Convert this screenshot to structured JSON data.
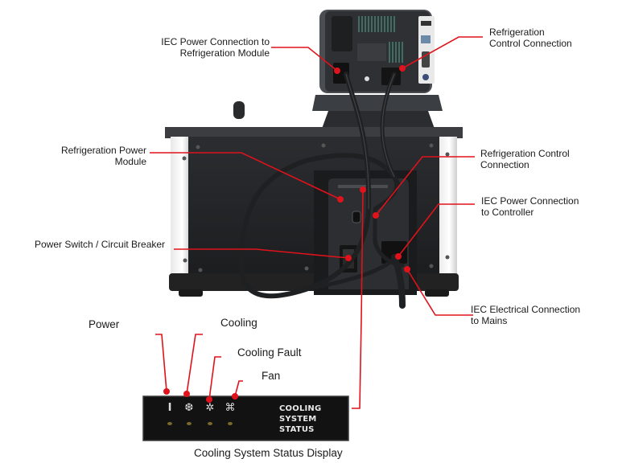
{
  "diagram": {
    "title": "Refrigeration module rear panel connections",
    "accent_color": "#e0121b",
    "callouts": {
      "iec_power_refrig_module": {
        "line1": "IEC Power Connection to",
        "line2": "Refrigeration Module"
      },
      "refrig_control_top": {
        "line1": "Refrigeration",
        "line2": "Control Connection"
      },
      "refrig_power_module": {
        "line1": "Refrigeration Power",
        "line2": "Module"
      },
      "refrig_control_mid": {
        "line1": "Refrigeration Control",
        "line2": "Connection"
      },
      "iec_power_controller": {
        "line1": "IEC Power Connection",
        "line2": "to Controller"
      },
      "power_switch": {
        "line1": "Power Switch / Circuit Breaker"
      },
      "iec_mains": {
        "line1": "IEC Electrical Connection",
        "line2": "to Mains"
      }
    },
    "status_display": {
      "caption": "Cooling System Status Display",
      "panel_lines": [
        "COOLING",
        "SYSTEM",
        "STATUS"
      ],
      "indicators": [
        {
          "label": "Power",
          "icon": "power-bar-icon",
          "glyph": "I"
        },
        {
          "label": "Cooling",
          "icon": "snowflake-icon",
          "glyph": "❆"
        },
        {
          "label": "Cooling Fault",
          "icon": "snowflake-fault-icon",
          "glyph": "✲"
        },
        {
          "label": "Fan",
          "icon": "fan-icon",
          "glyph": "⌘"
        }
      ]
    }
  }
}
